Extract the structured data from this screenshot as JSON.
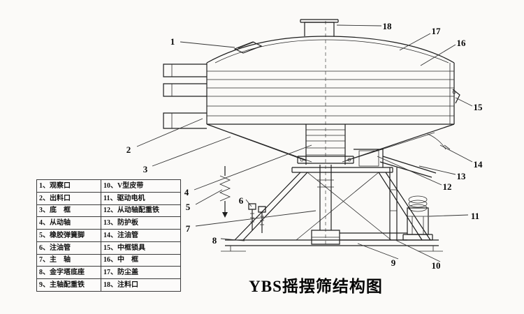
{
  "title": "YBS摇摆筛结构图",
  "legend": {
    "rows": [
      {
        "left": "1、观察口",
        "right": "10、V型皮带"
      },
      {
        "left": "2、出料口",
        "right": "11、驱动电机"
      },
      {
        "left": "3、底　框",
        "right": "12、从动轴配重铁"
      },
      {
        "left": "4、从动轴",
        "right": "13、防护板"
      },
      {
        "left": "5、橡胶弹簧脚",
        "right": "14、注油管"
      },
      {
        "left": "6、注油管",
        "right": "15、中框锁具"
      },
      {
        "left": "7、主　轴",
        "right": "16、中　框"
      },
      {
        "left": "8、金字塔底座",
        "right": "17、防尘盖"
      },
      {
        "left": "9、主轴配重铁",
        "right": "18、注料口"
      }
    ]
  },
  "callouts": [
    "1",
    "2",
    "3",
    "4",
    "5",
    "6",
    "7",
    "8",
    "9",
    "10",
    "11",
    "12",
    "13",
    "14",
    "15",
    "16",
    "17",
    "18"
  ],
  "colors": {
    "line": "#1d1d1d",
    "background": "#fbfaf8"
  }
}
